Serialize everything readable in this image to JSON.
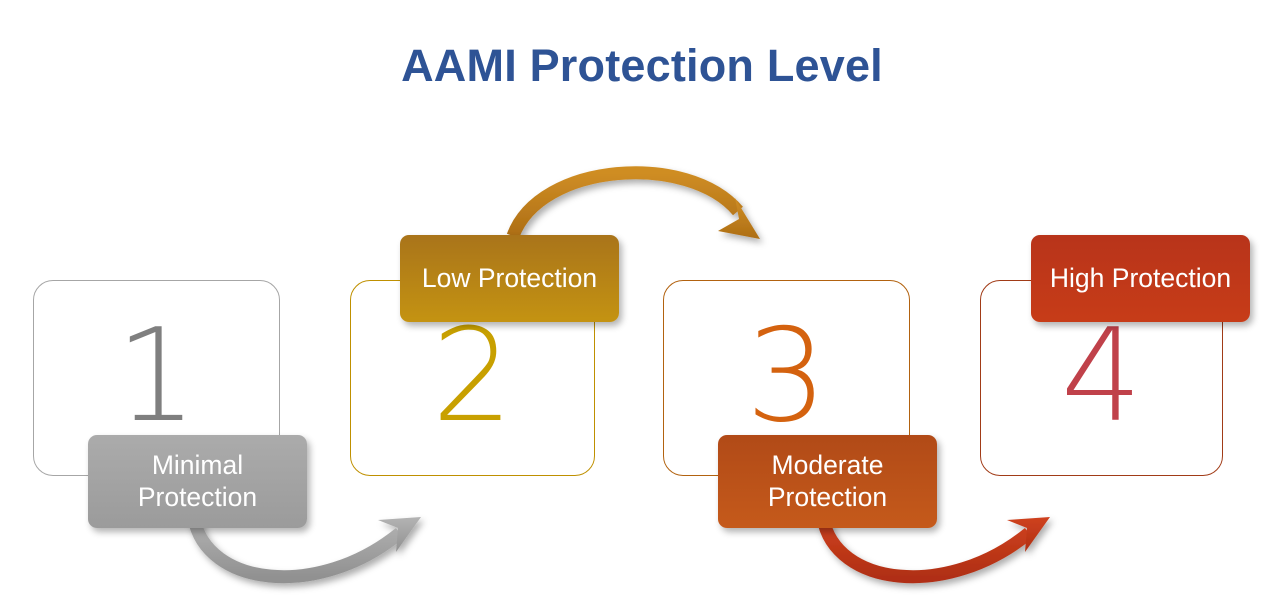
{
  "title": "AAMI Protection Level",
  "colors": {
    "title": "#2e5395",
    "level1_number": "#7f7f7f",
    "level1_border": "#a6a6a6",
    "level1_chip_top": "#aaaaaa",
    "level1_chip_bottom": "#9a9a9a",
    "level2_number": "#c8a000",
    "level2_border": "#bf9000",
    "level2_chip_top": "#a9741a",
    "level2_chip_bottom": "#c29111",
    "level3_number": "#d4620f",
    "level3_border": "#b2620f",
    "level3_chip_top": "#b14a17",
    "level3_chip_bottom": "#c1561a",
    "level4_number": "#c0414a",
    "level4_border": "#a13b17",
    "level4_chip_top": "#b8341a",
    "level4_chip_bottom": "#c33a18",
    "arrow_gray": "#a6a6a6",
    "arrow_gold": "#c1801f",
    "arrow_red": "#c33a18"
  },
  "levels": [
    {
      "number": "1",
      "label": "Minimal\nProtection",
      "label_line1": "Minimal",
      "label_line2": "Protection"
    },
    {
      "number": "2",
      "label": "Low Protection",
      "label_line1": "Low Protection",
      "label_line2": ""
    },
    {
      "number": "3",
      "label": "Moderate\nProtection",
      "label_line1": "Moderate",
      "label_line2": "Protection"
    },
    {
      "number": "4",
      "label": "High Protection",
      "label_line1": "High Protection",
      "label_line2": ""
    }
  ],
  "arrows": [
    {
      "name": "arrow-level1-to-level2",
      "color": "#a6a6a6",
      "direction": "down-curve-right"
    },
    {
      "name": "arrow-level2-to-level3",
      "color": "#c1801f",
      "direction": "up-curve-right"
    },
    {
      "name": "arrow-level3-to-level4",
      "color": "#c33a18",
      "direction": "down-curve-right"
    }
  ],
  "chart_data": {
    "type": "diagram",
    "title": "AAMI Protection Level",
    "categories": [
      "1",
      "2",
      "3",
      "4"
    ],
    "labels": [
      "Minimal Protection",
      "Low Protection",
      "Moderate Protection",
      "High Protection"
    ],
    "values": [
      1,
      2,
      3,
      4
    ],
    "ylabel": "",
    "xlabel": "",
    "note": "Four-step escalating protection level diagram connected by curved arrows"
  }
}
